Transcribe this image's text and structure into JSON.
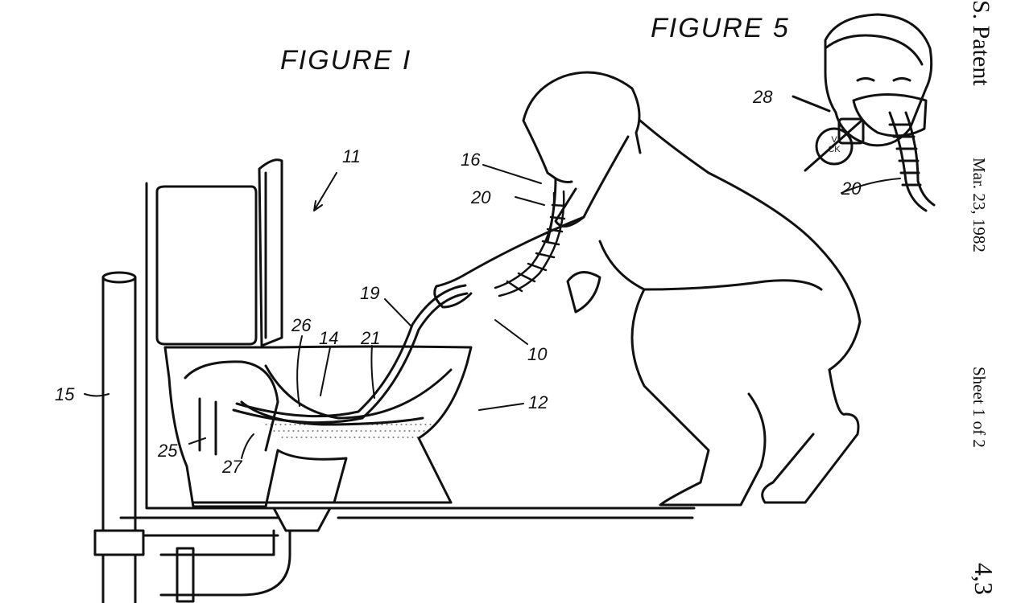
{
  "header": {
    "patent_label": "S. Patent",
    "date": "Mar. 23, 1982",
    "sheet": "Sheet 1 of 2",
    "patent_number": "4,3"
  },
  "figures": {
    "figure1": "FIGURE I",
    "figure5": "FIGURE 5"
  },
  "reference_numerals": {
    "n11": "11",
    "n16": "16",
    "n20a": "20",
    "n19": "19",
    "n21": "21",
    "n14": "14",
    "n26": "26",
    "n15": "15",
    "n25": "25",
    "n27": "27",
    "n10": "10",
    "n12": "12",
    "n28": "28",
    "n20b": "20"
  },
  "valve": {
    "top": "V",
    "bottom": "CK"
  }
}
